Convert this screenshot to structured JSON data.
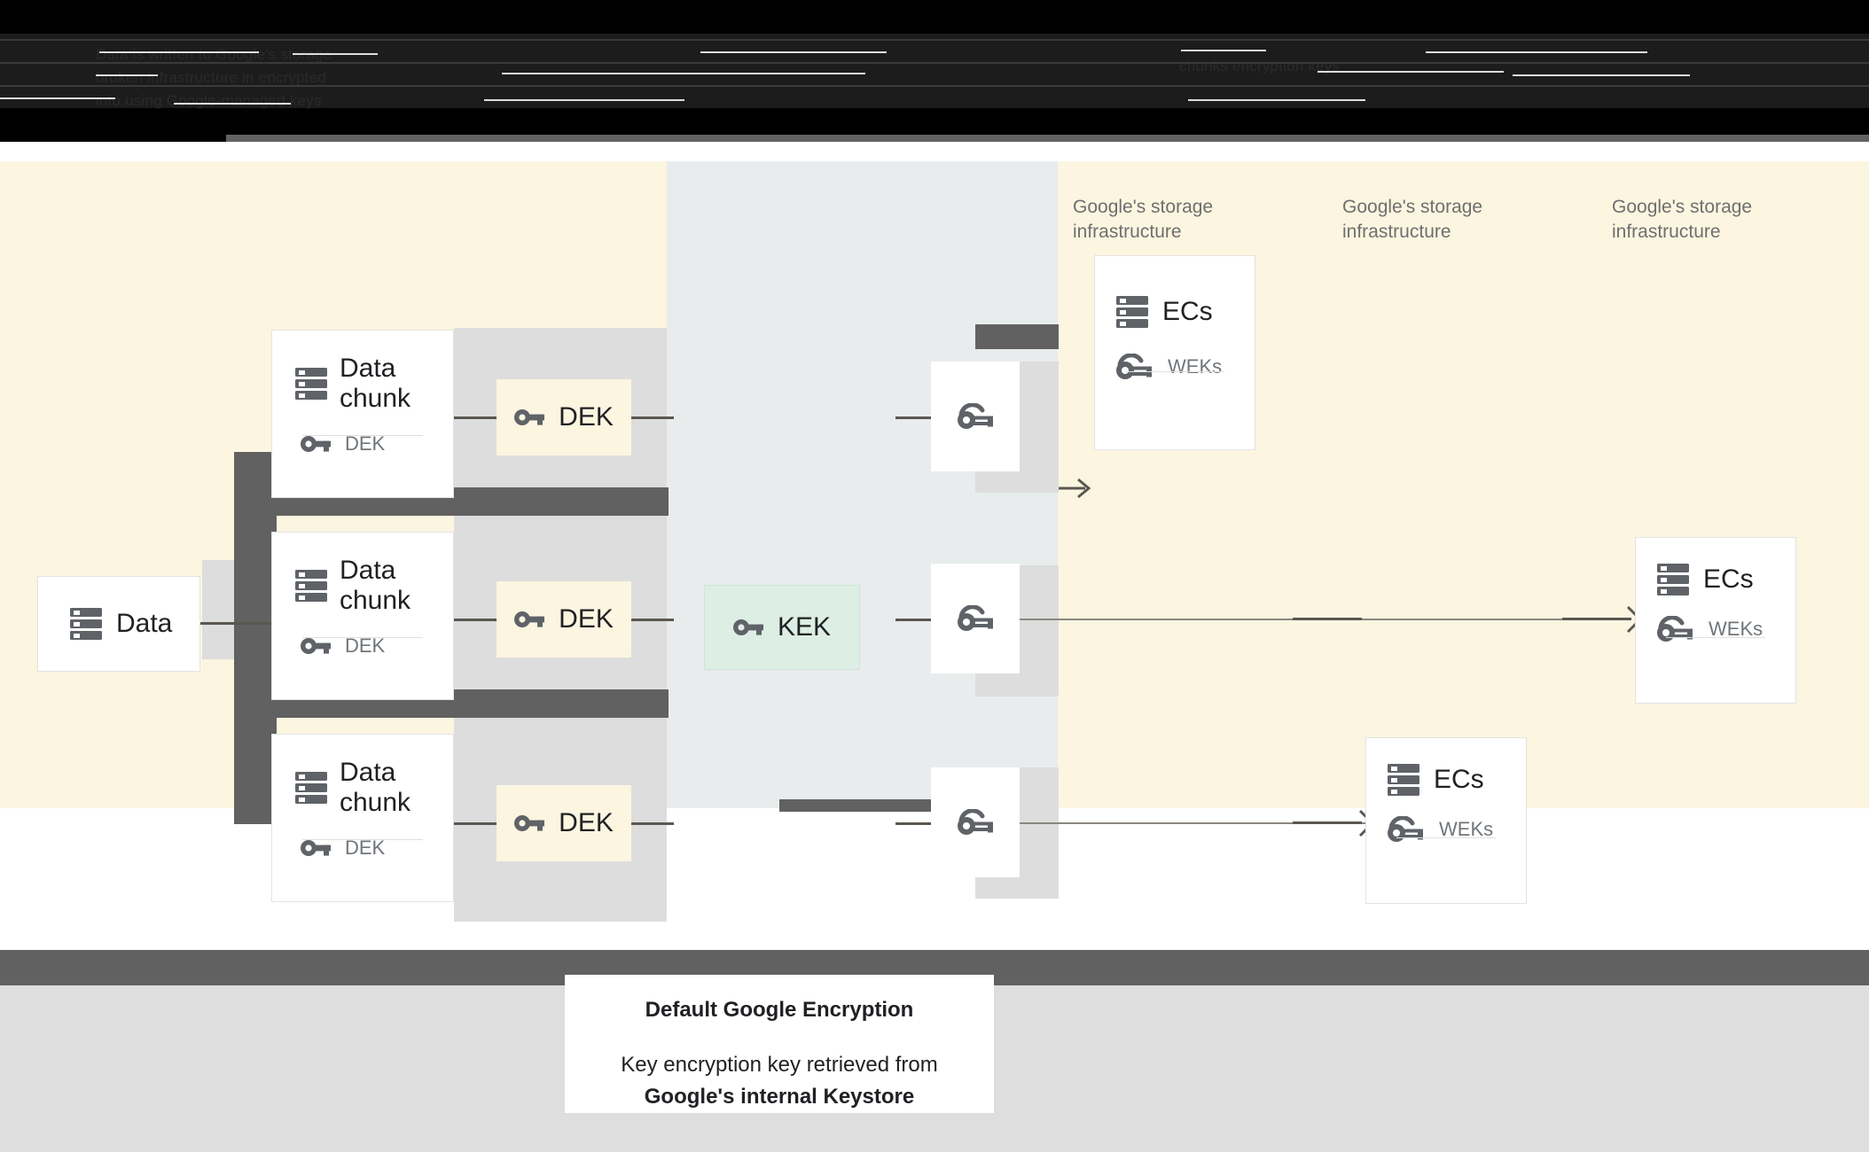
{
  "header": {
    "obscured": true,
    "lines": [
      "Data is      written to    Google's storage",
      "broken     infrastructure     in   encrypted",
      "into       using       Google-managed keys",
      "chunks     encryption keys"
    ]
  },
  "diagram": {
    "source": {
      "title": "Data",
      "icon": "server-stack-icon"
    },
    "chunks": [
      {
        "title": "Data chunk",
        "key_label": "DEK",
        "icon": "server-stack-icon",
        "key_icon": "key-icon"
      },
      {
        "title": "Data chunk",
        "key_label": "DEK",
        "icon": "server-stack-icon",
        "key_icon": "key-icon"
      },
      {
        "title": "Data chunk",
        "key_label": "DEK",
        "icon": "server-stack-icon",
        "key_icon": "key-icon"
      }
    ],
    "deks": [
      {
        "label": "DEK",
        "icon": "key-icon",
        "color": "#fcf5e0"
      },
      {
        "label": "DEK",
        "icon": "key-icon",
        "color": "#fcf5e0"
      },
      {
        "label": "DEK",
        "icon": "key-icon",
        "color": "#fcf5e0"
      }
    ],
    "kek": {
      "label": "KEK",
      "icon": "key-icon",
      "color": "#ddefe5"
    },
    "wrapped_keys": [
      {
        "icon": "wrapped-key-icon"
      },
      {
        "icon": "wrapped-key-icon"
      },
      {
        "icon": "wrapped-key-icon"
      }
    ],
    "storage_labels": [
      "Google's storage infrastructure",
      "Google's storage infrastructure",
      "Google's storage infrastructure"
    ],
    "ec_cards": [
      {
        "title": "ECs",
        "key_label": "WEKs",
        "icon": "server-stack-icon",
        "key_icon": "wrapped-key-icon"
      },
      {
        "title": "ECs",
        "key_label": "WEKs",
        "icon": "server-stack-icon",
        "key_icon": "wrapped-key-icon"
      },
      {
        "title": "ECs",
        "key_label": "WEKs",
        "icon": "server-stack-icon",
        "key_icon": "wrapped-key-icon"
      }
    ]
  },
  "caption": {
    "title": "Default Google Encryption",
    "body_line1": "Key encryption key retrieved from",
    "body_line2": "Google's internal Keystore"
  },
  "colors": {
    "cream": "#fcf5e0",
    "mid_panel": "#e8ecec",
    "kek_green": "#ddefe5",
    "dark_gray": "#616161",
    "shade_gray": "#dddddd",
    "footer_gray": "#dedede",
    "text_dark": "#202124",
    "text_muted": "#70757a"
  }
}
